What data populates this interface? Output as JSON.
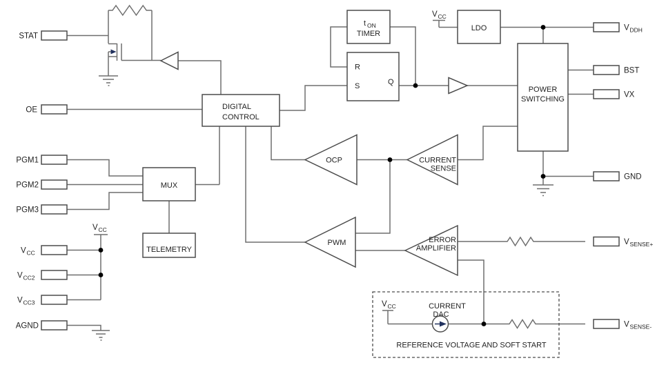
{
  "colors": {
    "wire": "#6e6e6e",
    "border": "#4c4c4c",
    "text": "#1f1f1f",
    "dot": "#000000",
    "arrow": "#21315e",
    "bg": "#ffffff"
  },
  "pins": {
    "stat": {
      "label": "STAT"
    },
    "oe": {
      "label": "OE"
    },
    "pgm1": {
      "label": "PGM1"
    },
    "pgm2": {
      "label": "PGM2"
    },
    "pgm3": {
      "label": "PGM3"
    },
    "vcc": {
      "main": "V",
      "sub": "CC"
    },
    "vcc2": {
      "main": "V",
      "sub": "CC2"
    },
    "vcc3": {
      "main": "V",
      "sub": "CC3"
    },
    "agnd": {
      "label": "AGND"
    },
    "vddh": {
      "main": "V",
      "sub": "DDH"
    },
    "bst": {
      "label": "BST"
    },
    "vx": {
      "label": "VX"
    },
    "gnd": {
      "label": "GND"
    },
    "vsense_plus": {
      "main": "V",
      "sub": "SENSE+"
    },
    "vsense_minus": {
      "main": "V",
      "sub": "SENSE-"
    }
  },
  "supply": {
    "main": "V",
    "sub": "CC"
  },
  "blocks": {
    "digital_control": {
      "line1": "DIGITAL",
      "line2": "CONTROL"
    },
    "mux": {
      "label": "MUX"
    },
    "telemetry": {
      "label": "TELEMETRY"
    },
    "ton_timer": {
      "t": "t",
      "t_sub": "ON",
      "line2": "TIMER"
    },
    "latch": {
      "r": "R",
      "s": "S",
      "q": "Q"
    },
    "ldo": {
      "label": "LDO"
    },
    "power_switching": {
      "line1": "POWER",
      "line2": "SWITCHING"
    },
    "ocp": {
      "label": "OCP"
    },
    "pwm": {
      "label": "PWM"
    },
    "current_sense": {
      "line1": "CURRENT",
      "line2": "SENSE"
    },
    "error_amplifier": {
      "line1": "ERROR",
      "line2": "AMPLIFIER"
    },
    "current_dac": {
      "line1": "CURRENT",
      "line2": "DAC"
    },
    "reference_block": {
      "label": "REFERENCE VOLTAGE AND SOFT START"
    }
  }
}
